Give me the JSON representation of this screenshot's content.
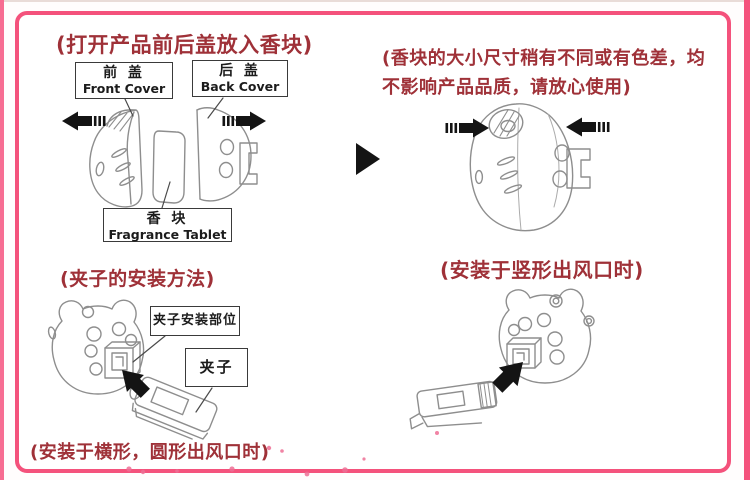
{
  "colors": {
    "frame_pink": "#f4527c",
    "edge_pink": "#f76d92",
    "accent_red": "#9f3138",
    "line_art_gray": "#8e8e8e",
    "arrow_black": "#141414",
    "dot_pink": "#ee6f95"
  },
  "sections": {
    "open_cover": {
      "title": "(打开产品前后盖放入香块)",
      "front_cover_cn": "前 盖",
      "front_cover_en": "Front Cover",
      "back_cover_cn": "后 盖",
      "back_cover_en": "Back Cover",
      "fragrance_cn": "香 块",
      "fragrance_en": "Fragrance Tablet"
    },
    "tablet_note": {
      "line1": "(香块的大小尺寸稍有不同或有色差，均",
      "line2": "不影响产品品质，请放心使用)"
    },
    "clip_method": {
      "title": "(夹子的安装方法)",
      "clip_position_label": "夹子安装部位",
      "clip_label": "夹子",
      "caption": "(安装于横形，圆形出风口时)"
    },
    "vertical_vent": {
      "title": "(安装于竖形出风口时)"
    }
  },
  "icons": {
    "outward_arrows": "black-block-arrow",
    "inward_arrows": "black-block-arrow",
    "next_step_arrow": "black-triangle-right",
    "install_arrows": "black-block-arrow",
    "decor": "pink-dots"
  }
}
